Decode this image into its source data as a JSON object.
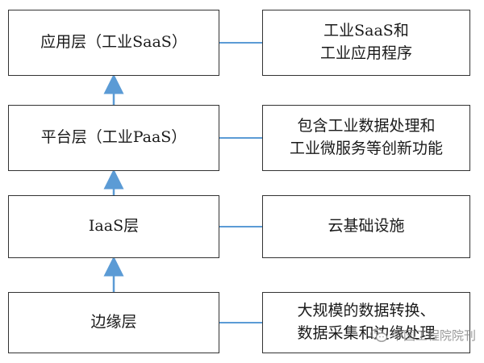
{
  "layers": [
    {
      "label": "应用层（工业SaaS）",
      "description": [
        "工业SaaS和",
        "工业应用程序"
      ]
    },
    {
      "label": "平台层（工业PaaS）",
      "description": [
        "包含工业数据处理和",
        "工业微服务等创新功能"
      ]
    },
    {
      "label": "IaaS层",
      "description": [
        "云基础设施"
      ]
    },
    {
      "label": "边缘层",
      "description": [
        "大规模的数据转换、",
        "数据采集和边缘处理"
      ]
    }
  ],
  "watermark": {
    "text": "中国工程院院刊",
    "icon": "wechat-icon"
  },
  "colors": {
    "connector": "#5b9bd5",
    "border": "#333333",
    "text": "#1a1a1a"
  }
}
